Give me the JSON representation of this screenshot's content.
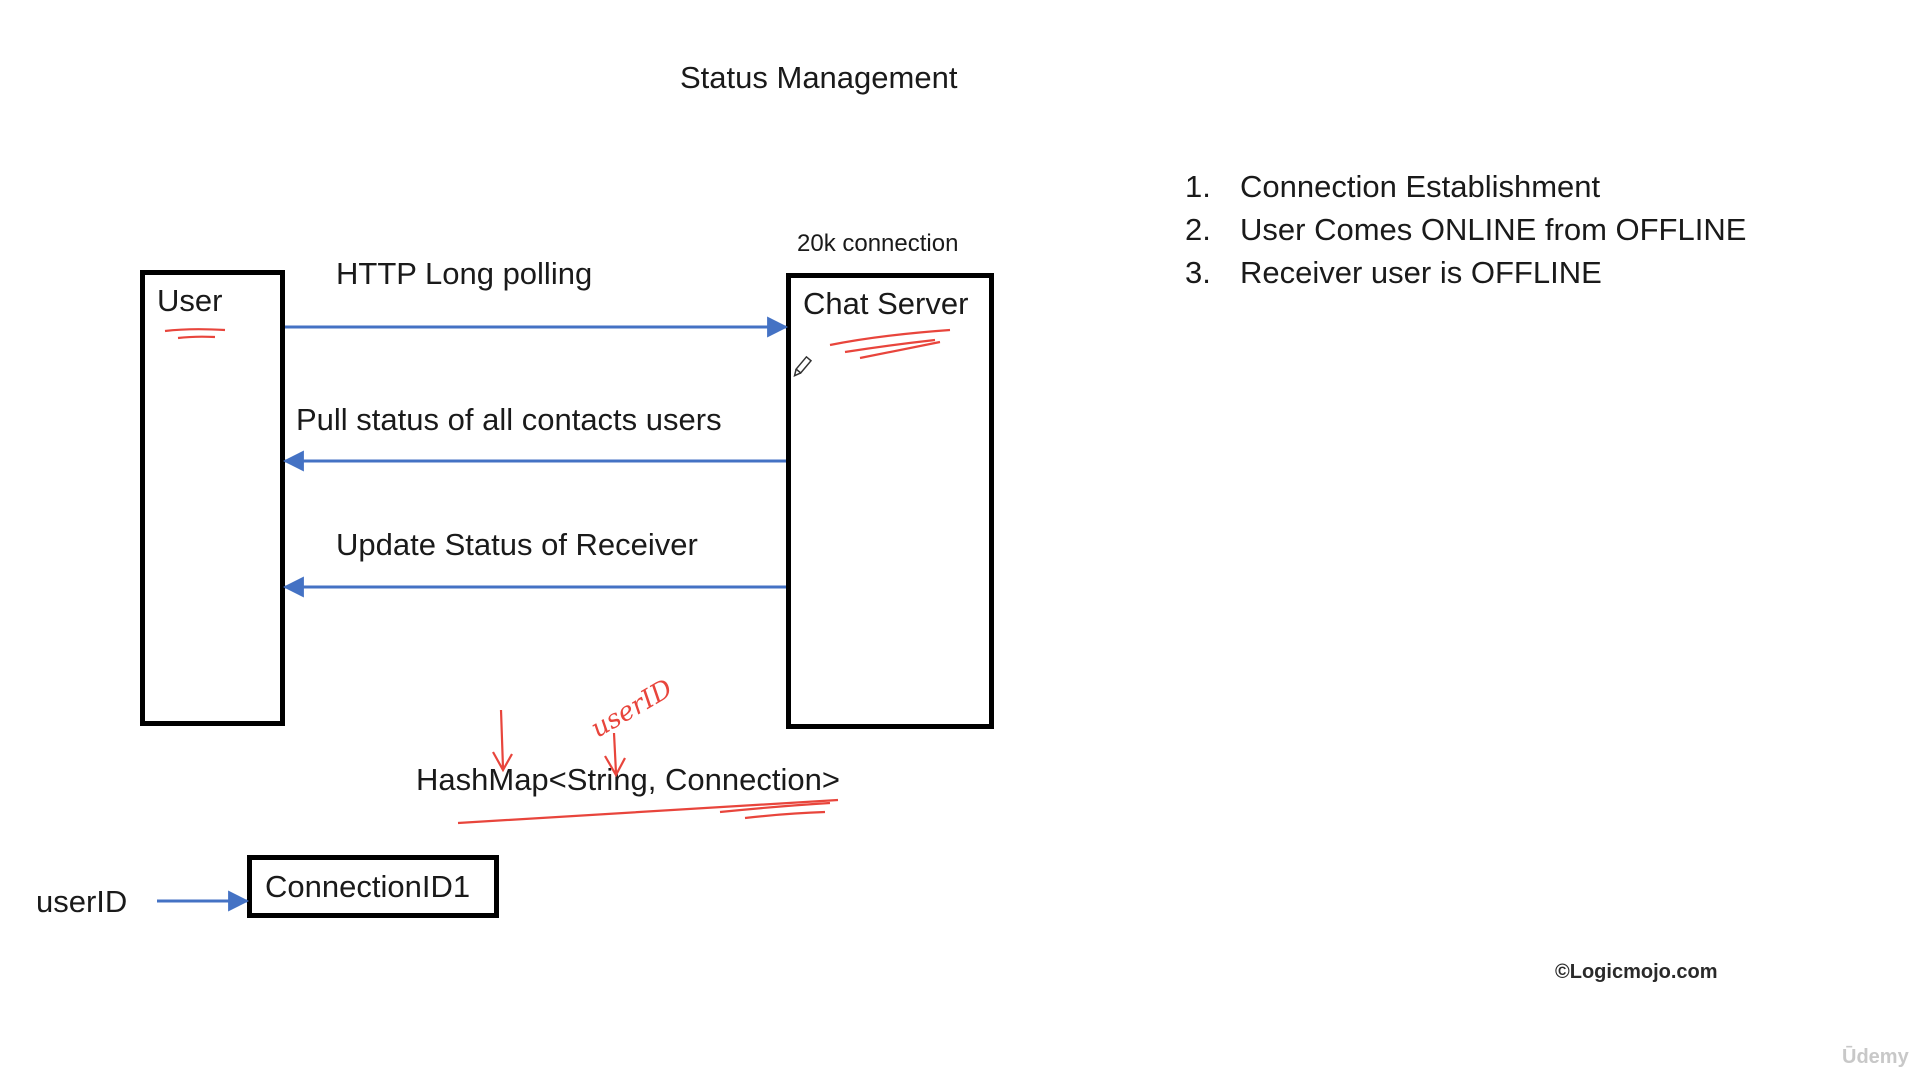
{
  "title": "Status Management",
  "capacity_note": "20k connection",
  "user_box": {
    "label": "User"
  },
  "server_box": {
    "label": "Chat Server"
  },
  "messages": [
    {
      "label": "HTTP Long polling",
      "direction": "to-server"
    },
    {
      "label": "Pull status of all contacts users",
      "direction": "to-user"
    },
    {
      "label": "Update Status of Receiver",
      "direction": "to-user"
    }
  ],
  "hashmap": {
    "signature": "HashMap<String, Connection>",
    "annotation": "userID"
  },
  "mapping": {
    "key": "userID",
    "value": "ConnectionID1"
  },
  "cases": [
    {
      "num": "1.",
      "text": "Connection Establishment"
    },
    {
      "num": "2.",
      "text": "User Comes ONLINE from OFFLINE"
    },
    {
      "num": "3.",
      "text": "Receiver user is OFFLINE"
    }
  ],
  "watermark": "©Logicmojo.com",
  "platform_logo": "Ūdemy",
  "colors": {
    "arrow": "#4472c4",
    "annotation": "#e8453c",
    "box_border": "#000000"
  }
}
